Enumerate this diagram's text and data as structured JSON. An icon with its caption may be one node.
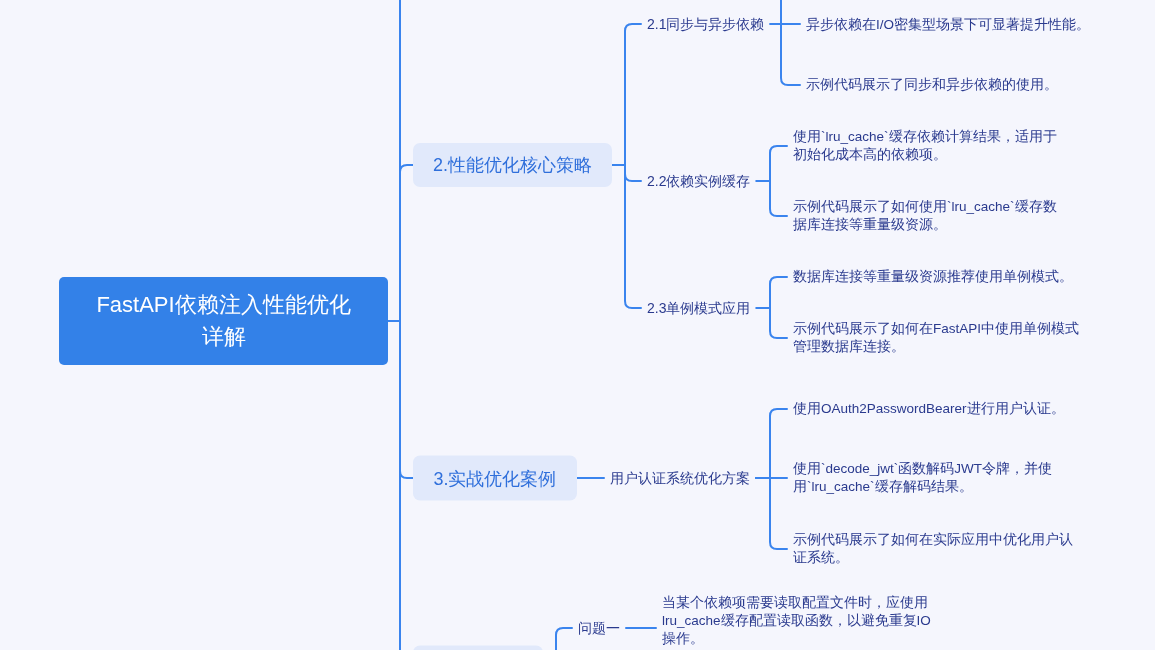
{
  "diagram": {
    "nodes": [
      {
        "text": [
          "FastAPI依赖注入性能优化详解"
        ]
      },
      {
        "text": [
          "2.性能优化核心策略"
        ]
      },
      {
        "text": [
          "2.1同步与异步依赖"
        ]
      },
      {
        "text": [
          "异步依赖在I/O密集型场景下可显著提升性能。"
        ]
      },
      {
        "text": [
          "示例代码展示了同步和异步依赖的使用。"
        ]
      },
      {
        "text": [
          "2.2依赖实例缓存"
        ]
      },
      {
        "text": [
          "使用`lru_cache`缓存依赖计算结果，适用于初始化成本高的依赖项。"
        ]
      },
      {
        "text": [
          "示例代码展示了如何使用`lru_cache`缓存数据库连接等重量级资源。"
        ]
      },
      {
        "text": [
          "2.3单例模式应用"
        ]
      },
      {
        "text": [
          "数据库连接等重量级资源推荐使用单例模式。"
        ]
      },
      {
        "text": [
          "示例代码展示了如何在FastAPI中使用单例模式管理数据库连接。"
        ]
      },
      {
        "text": [
          "3.实战优化案例"
        ]
      },
      {
        "text": [
          "用户认证系统优化方案"
        ]
      },
      {
        "text": [
          "使用OAuth2PasswordBearer进行用户认证。"
        ]
      },
      {
        "text": [
          "使用`decode_jwt`函数解码JWT令牌，并使用`lru_cache`缓存解码结果。"
        ]
      },
      {
        "text": [
          "示例代码展示了如何在实际应用中优化用户认证系统。"
        ]
      },
      {
        "text": [],
        "shape": "box"
      },
      {
        "text": [
          "问题一"
        ]
      },
      {
        "text": [
          "当某个依赖项需要读取配置文件时，应使用lru_cache缓存配置读取函数，以避免重复IO操作。"
        ]
      }
    ],
    "edges": [
      {
        "from": 0,
        "to": null,
        "arrow": "none"
      },
      {
        "from": 0,
        "to": 1,
        "arrow": "none"
      },
      {
        "from": 1,
        "to": 2,
        "arrow": "none"
      },
      {
        "from": 2,
        "to": null,
        "arrow": "none"
      },
      {
        "from": 2,
        "to": 3,
        "arrow": "none"
      },
      {
        "from": 2,
        "to": 4,
        "arrow": "none"
      },
      {
        "from": 1,
        "to": 5,
        "arrow": "none"
      },
      {
        "from": 5,
        "to": 6,
        "arrow": "none"
      },
      {
        "from": 5,
        "to": 7,
        "arrow": "none"
      },
      {
        "from": 1,
        "to": 8,
        "arrow": "none"
      },
      {
        "from": 8,
        "to": 9,
        "arrow": "none"
      },
      {
        "from": 8,
        "to": 10,
        "arrow": "none"
      },
      {
        "from": 0,
        "to": 11,
        "arrow": "none"
      },
      {
        "from": 11,
        "to": 12,
        "arrow": "none"
      },
      {
        "from": 12,
        "to": 13,
        "arrow": "none"
      },
      {
        "from": 12,
        "to": 14,
        "arrow": "none"
      },
      {
        "from": 12,
        "to": 15,
        "arrow": "none"
      },
      {
        "from": 0,
        "to": 16,
        "arrow": "none"
      },
      {
        "from": 16,
        "to": 17,
        "arrow": "none"
      },
      {
        "from": 17,
        "to": 18,
        "arrow": "none"
      }
    ]
  }
}
